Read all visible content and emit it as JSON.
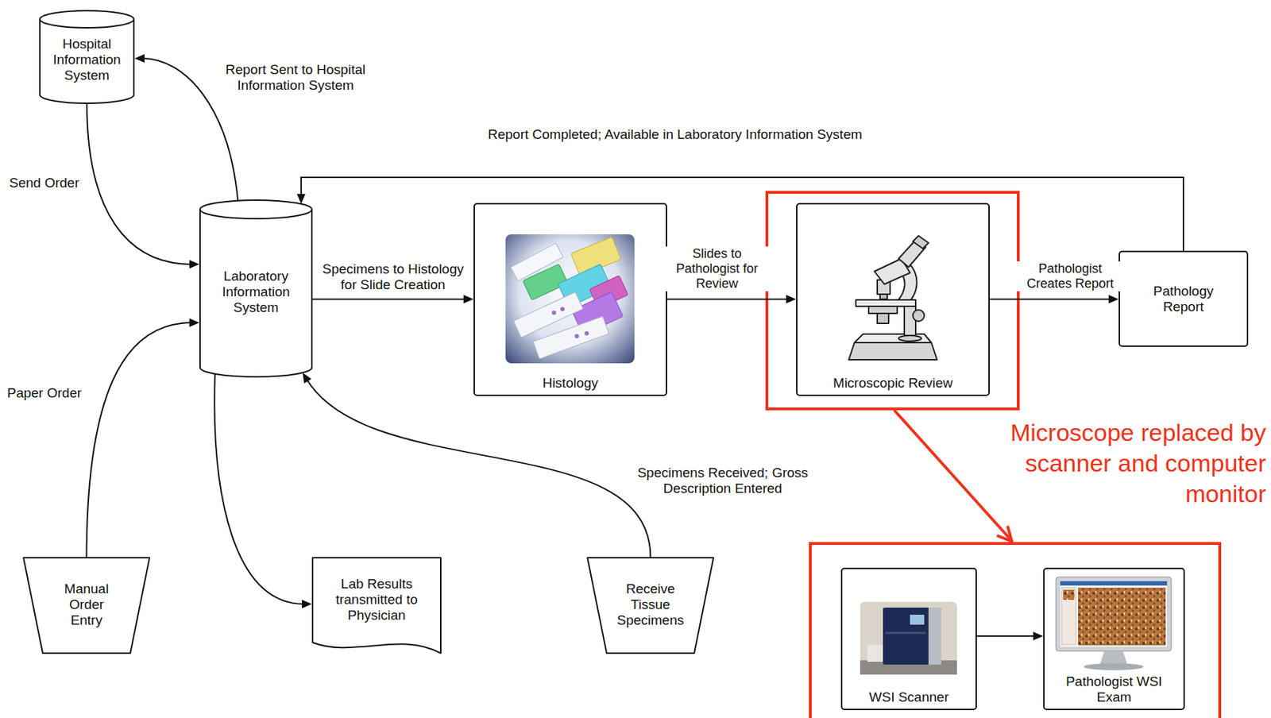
{
  "diagram": {
    "nodes": [
      {
        "text": [
          "Hospital Information System"
        ]
      },
      {
        "text": [
          "Laboratory Information System"
        ]
      },
      {
        "text": [
          "Histology"
        ]
      },
      {
        "text": [
          "Microscopic Review"
        ]
      },
      {
        "text": [
          "Pathology Report"
        ]
      },
      {
        "text": [
          "Manual Order Entry"
        ]
      },
      {
        "text": [
          "Lab Results transmitted to Physician"
        ]
      },
      {
        "text": [
          "Receive Tissue Specimens"
        ]
      },
      {
        "text": [
          "WSI Scanner"
        ]
      },
      {
        "text": [
          "Pathologist WSI Exam"
        ]
      }
    ],
    "edges": [
      {
        "from": 0,
        "to": 1,
        "label": "Send Order",
        "arrow": "to"
      },
      {
        "from": 1,
        "to": 0,
        "label": "Report Sent to Hospital Information System",
        "arrow": "to"
      },
      {
        "from": 5,
        "to": 1,
        "label": "Paper Order",
        "arrow": "to"
      },
      {
        "from": 1,
        "to": 6,
        "arrow": "to"
      },
      {
        "from": 7,
        "to": 1,
        "label": "Specimens Received; Gross Description Entered",
        "arrow": "to"
      },
      {
        "from": 1,
        "to": 2,
        "label": "Specimens to Histology for Slide Creation",
        "arrow": "to"
      },
      {
        "from": 2,
        "to": 3,
        "label": "Slides to Pathologist for Review",
        "arrow": "to"
      },
      {
        "from": 3,
        "to": 4,
        "label": "Pathologist Creates Report",
        "arrow": "to"
      },
      {
        "from": 4,
        "to": 1,
        "label": "Report Completed; Available in Laboratory Information System",
        "arrow": "to"
      },
      {
        "from": 8,
        "to": 9,
        "arrow": "to"
      }
    ],
    "labels": [
      "Microscope replaced by scanner and computer monitor"
    ]
  }
}
